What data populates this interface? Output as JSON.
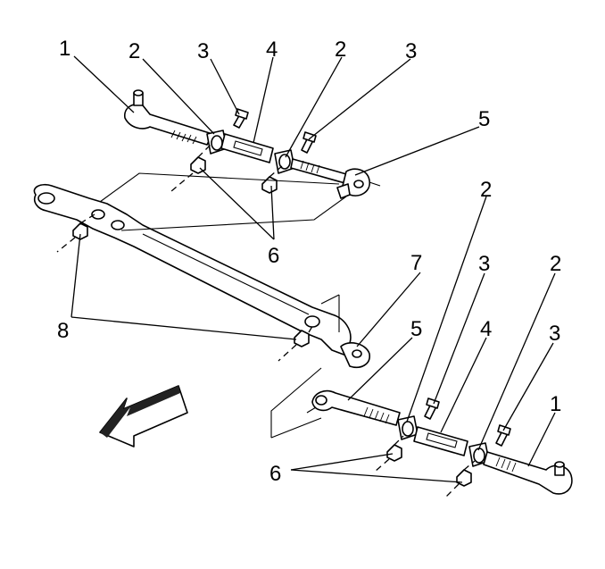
{
  "callouts": {
    "c1a": "1",
    "c2a": "2",
    "c3a": "3",
    "c4a": "4",
    "c2b": "2",
    "c3b": "3",
    "c5a": "5",
    "c6a": "6",
    "c8": "8",
    "c7": "7",
    "c2c": "2",
    "c3c": "3",
    "c2d": "2",
    "c3d": "3",
    "c5b": "5",
    "c4b": "4",
    "c1b": "1",
    "c6b": "6"
  },
  "colors": {
    "line": "#000000",
    "fill": "#ffffff",
    "arrow_dark": "#222222"
  },
  "icons": {
    "direction": "front-direction-arrow-icon"
  }
}
